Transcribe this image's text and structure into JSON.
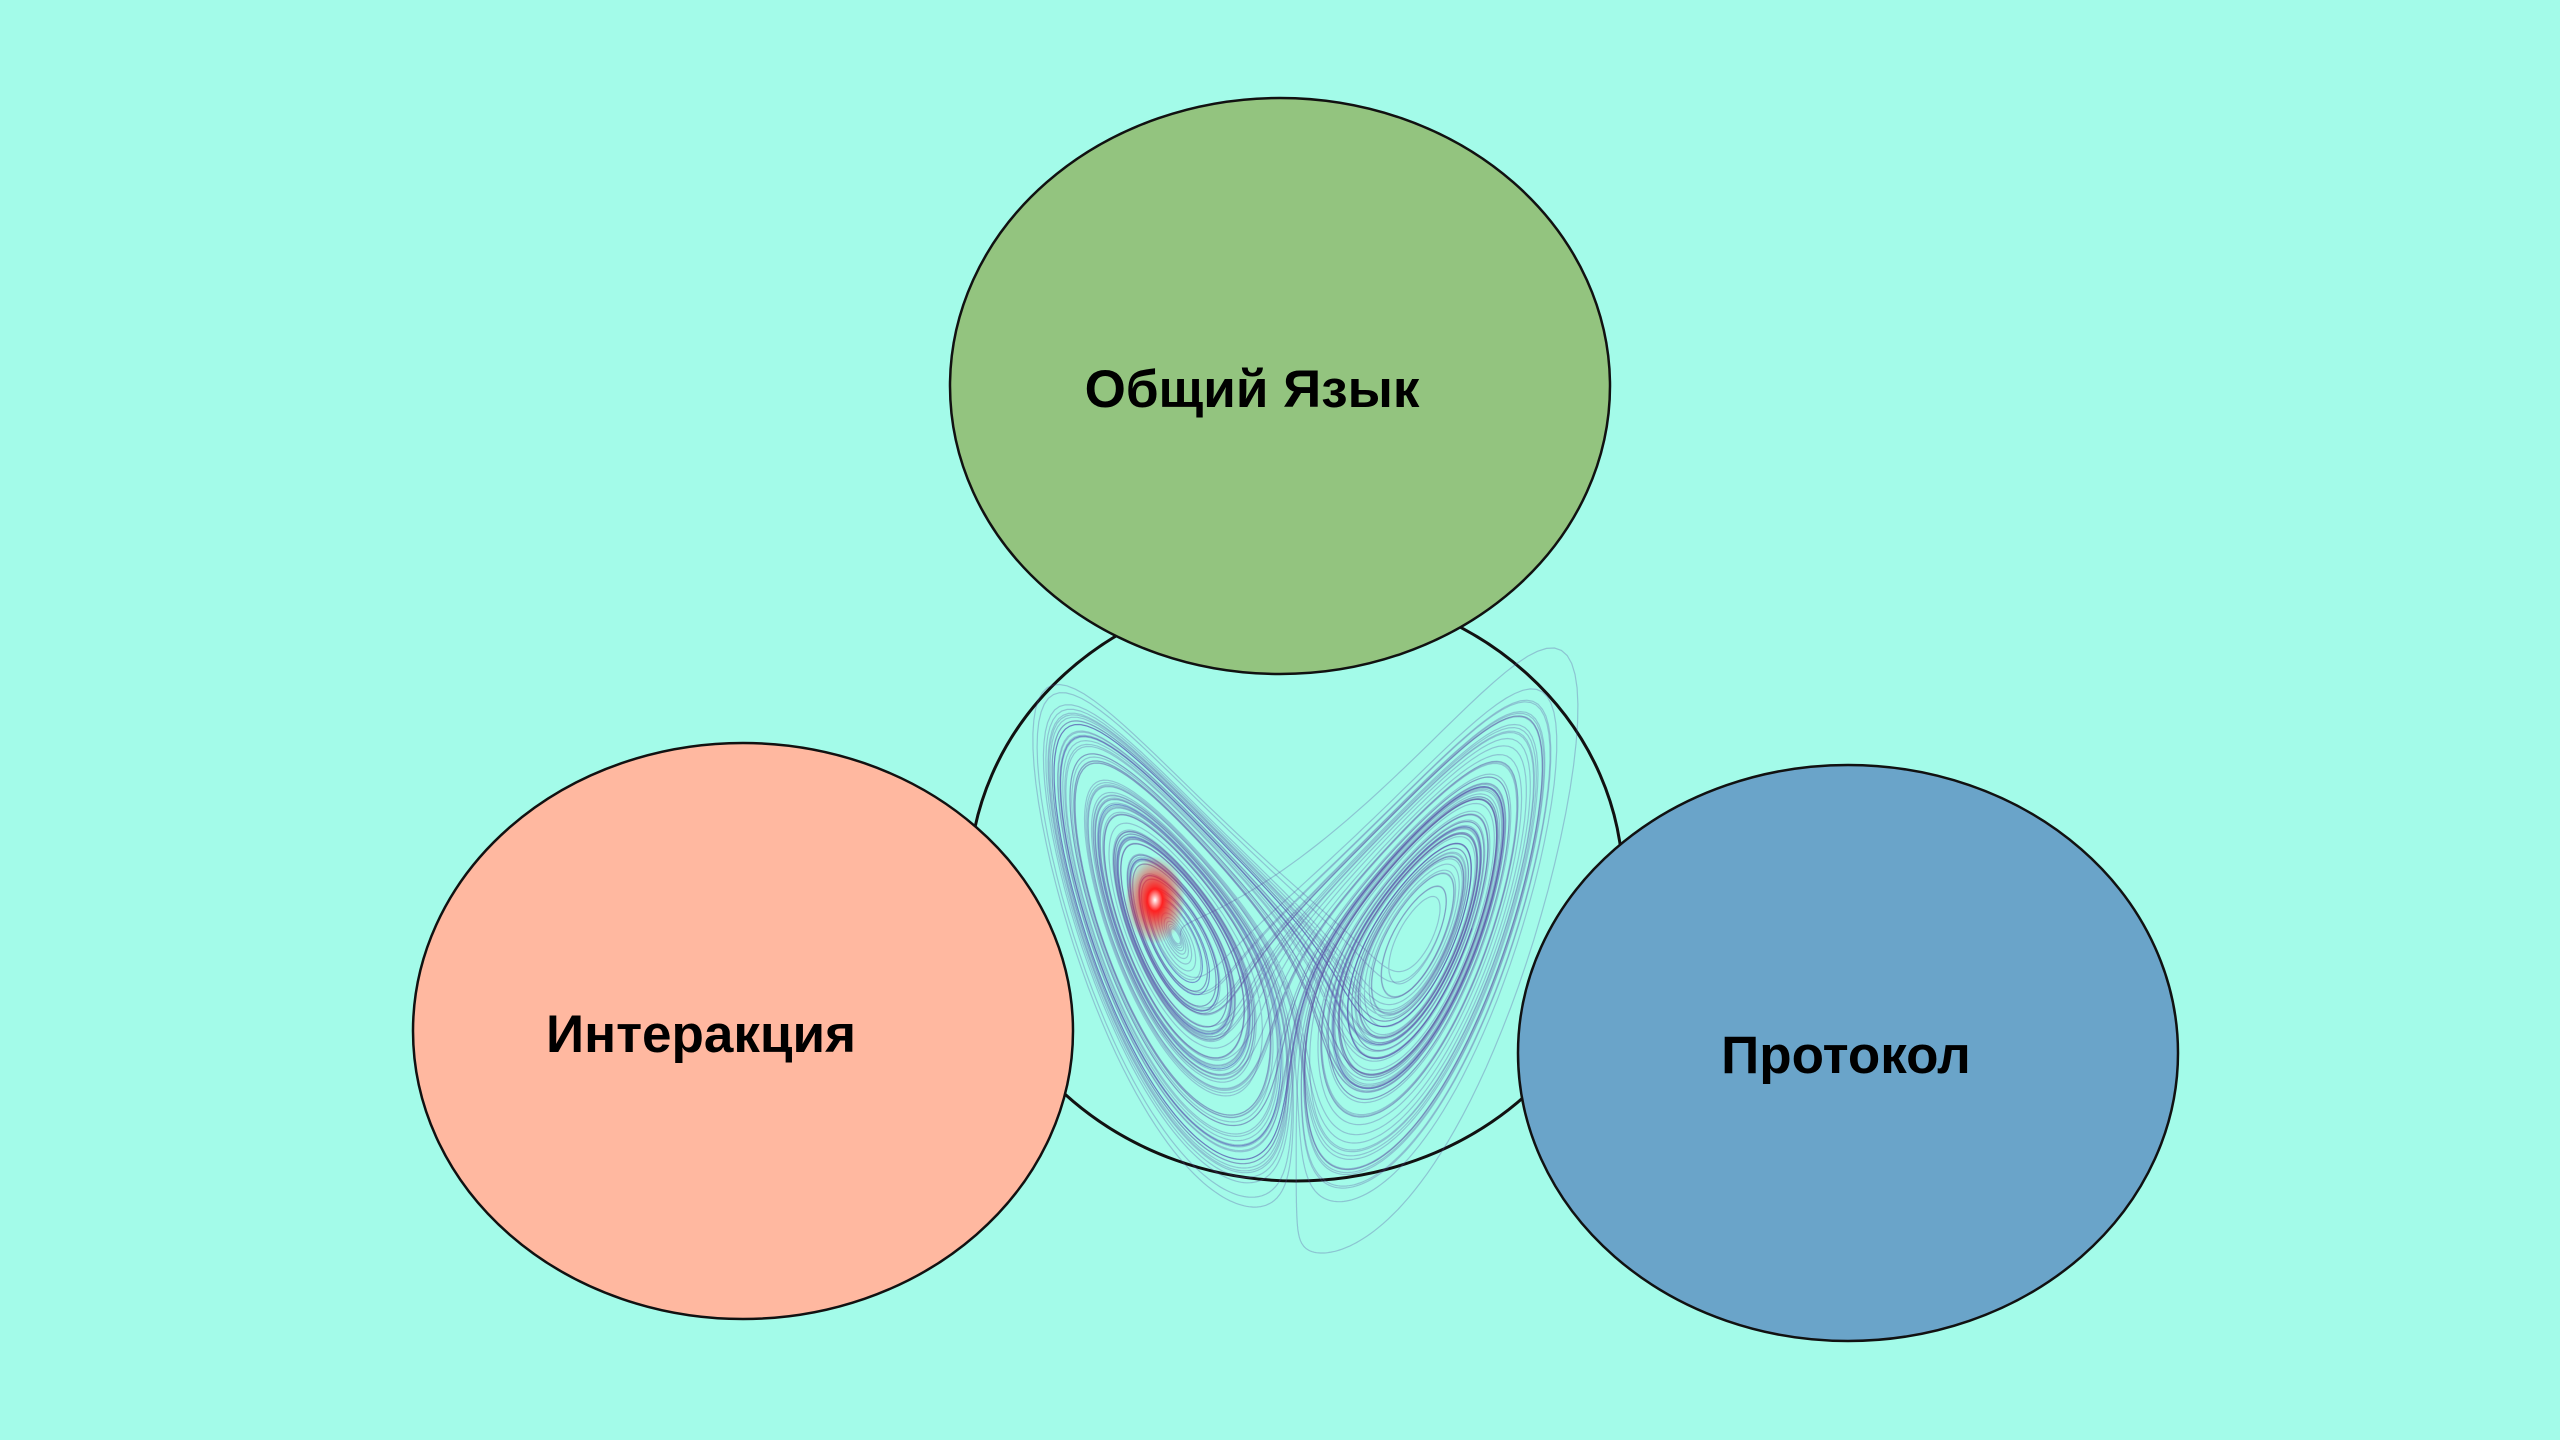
{
  "colors": {
    "background": "#a3fbe9",
    "circle_top": "#93c47f",
    "circle_left": "#ffb8a0",
    "circle_right": "#6aa4c9",
    "attractor_line": "#3a1fa8",
    "attractor_core": "#e01010"
  },
  "diagram": {
    "top": {
      "label": "Общий Язык"
    },
    "left": {
      "label": "Интеракция"
    },
    "right": {
      "label": "Протокол"
    }
  },
  "decoration": {
    "icon": "lorenz-attractor-icon"
  }
}
